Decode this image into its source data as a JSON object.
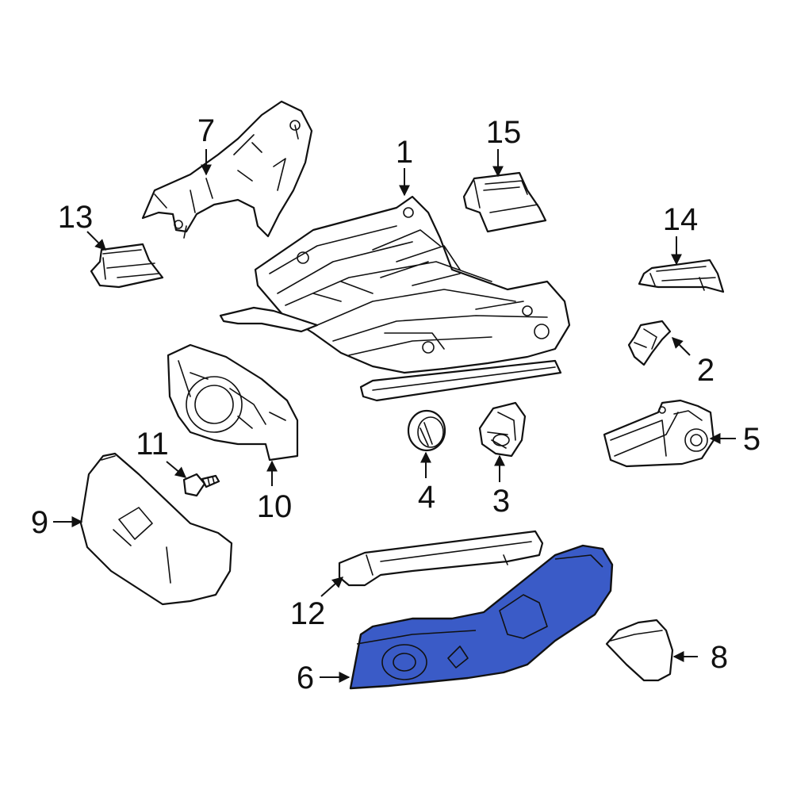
{
  "highlight_color": "#3a5bc7",
  "callouts": {
    "c1": "1",
    "c2": "2",
    "c3": "3",
    "c4": "4",
    "c5": "5",
    "c6": "6",
    "c7": "7",
    "c8": "8",
    "c9": "9",
    "c10": "10",
    "c11": "11",
    "c12": "12",
    "c13": "13",
    "c14": "14",
    "c15": "15"
  }
}
